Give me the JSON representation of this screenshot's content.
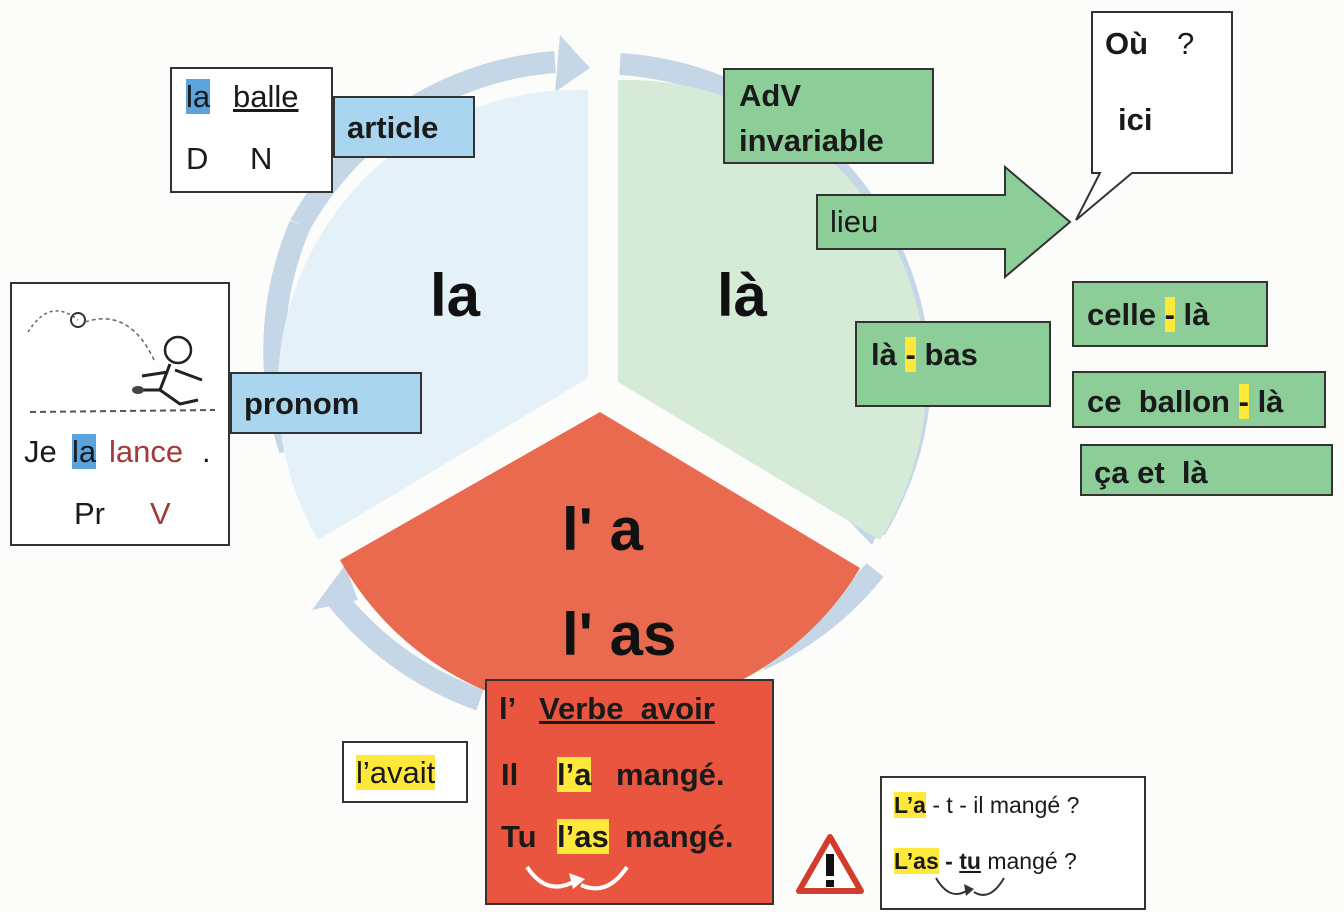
{
  "colors": {
    "blue_sector": "#e4f1f8",
    "green_sector": "#d5ebd8",
    "red_sector": "#e96a4e",
    "ring": "#c5d7e6",
    "highlight_blue": "#5aa3dc",
    "highlight_yellow": "#ffe83c",
    "verb_red": "#a23a36"
  },
  "sectors": {
    "la": "la",
    "la_accent": "là",
    "la_a": "l' a",
    "la_as": "l' as"
  },
  "article": {
    "example_det": "la",
    "example_noun": "balle",
    "tag_det": "D",
    "tag_noun": "N",
    "label": "article"
  },
  "pronom": {
    "sentence_start": "Je",
    "pronoun": "la",
    "verb": "lance",
    "end": ".",
    "tag_pronoun": "Pr",
    "tag_verb": "V",
    "label": "pronom",
    "illustration": "boy-throwing-ball-icon"
  },
  "adverbe": {
    "title_line1": "AdV",
    "title_line2": "invariable",
    "arrow_label": "lieu",
    "bubble_question": "Où",
    "bubble_question_mark": "?",
    "bubble_answer": "ici",
    "examples": [
      {
        "before": "là",
        "dash": "-",
        "after": "bas"
      },
      {
        "before": "celle",
        "dash": "-",
        "after": "là"
      },
      {
        "before": "ce  ballon",
        "dash": "-",
        "after": "là"
      },
      {
        "text": "ça et  là"
      }
    ]
  },
  "verbe": {
    "prefix": "l’",
    "title": "Verbe  avoir",
    "line1_subject": "Il",
    "line1_form": "l’a",
    "line1_rest": "mangé.",
    "line2_subject": "Tu",
    "line2_form": "l’as",
    "line2_rest": "mangé.",
    "imperfect": "l’avait"
  },
  "warning": {
    "icon": "warning-triangle-icon",
    "q1_form": "L’a",
    "q1_rest": " - t - il mangé ?",
    "q2_form": "L’as",
    "q2_dash": " - ",
    "q2_pronoun": "tu",
    "q2_rest": " mangé ?"
  }
}
